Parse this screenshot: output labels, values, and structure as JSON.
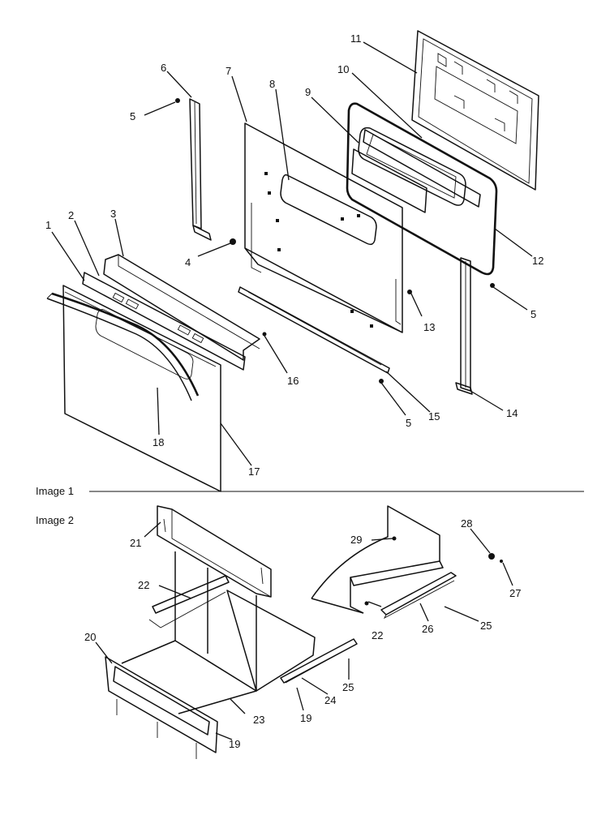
{
  "captions": {
    "image1": "Image 1",
    "image2": "Image 2"
  },
  "callouts": {
    "c1": "1",
    "c2": "2",
    "c3": "3",
    "c4": "4",
    "c5a": "5",
    "c5b": "5",
    "c5c": "5",
    "c6": "6",
    "c7": "7",
    "c8": "8",
    "c9": "9",
    "c10": "10",
    "c11": "11",
    "c12": "12",
    "c13": "13",
    "c14": "14",
    "c15": "15",
    "c16": "16",
    "c17": "17",
    "c18": "18",
    "c19a": "19",
    "c19b": "19",
    "c20": "20",
    "c21": "21",
    "c22a": "22",
    "c22b": "22",
    "c23": "23",
    "c24": "24",
    "c25a": "25",
    "c25b": "25",
    "c26": "26",
    "c27": "27",
    "c28": "28",
    "c29": "29"
  }
}
